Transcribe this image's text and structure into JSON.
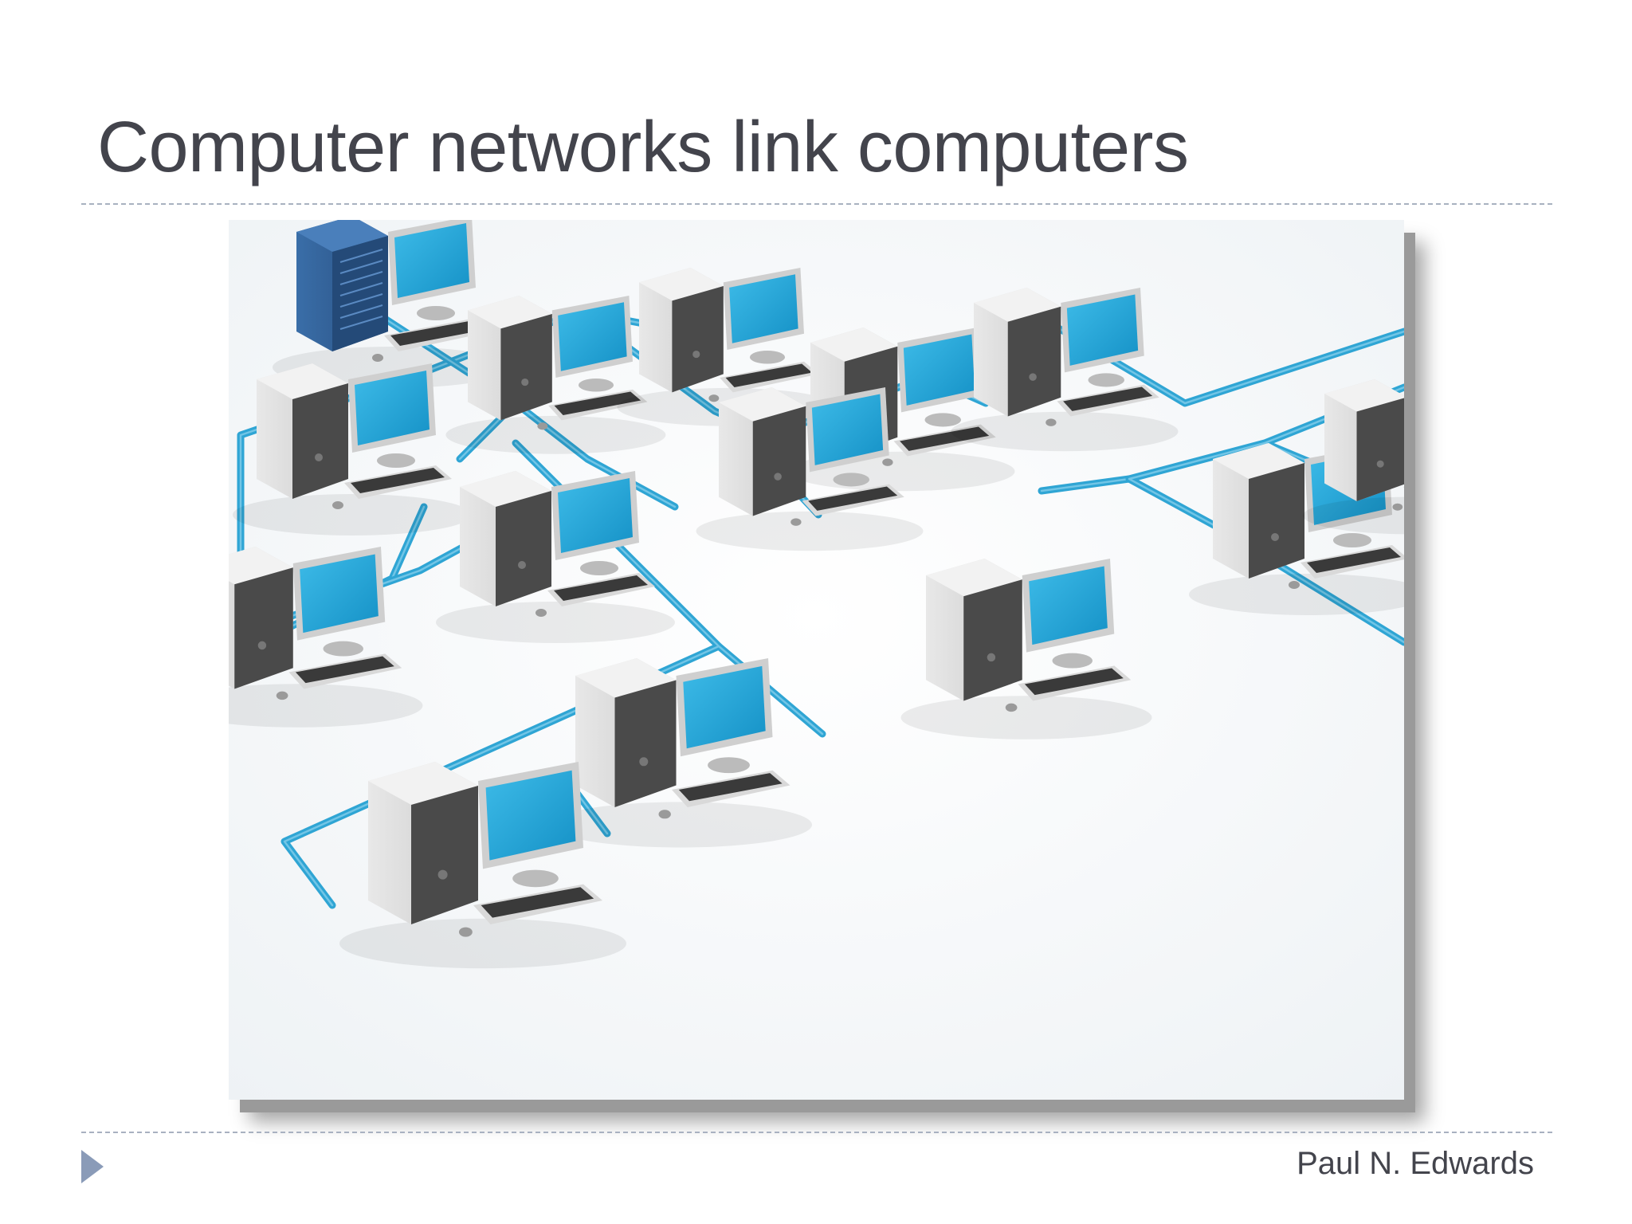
{
  "slide": {
    "title": "Computer networks link computers",
    "author": "Paul N. Edwards"
  },
  "illustration": {
    "type": "network-illustration",
    "colors": {
      "cable": "#2fa5d4",
      "screen": "#1fa3d8",
      "tower": "#dcdcdc",
      "server": "#2f5f9a"
    }
  }
}
